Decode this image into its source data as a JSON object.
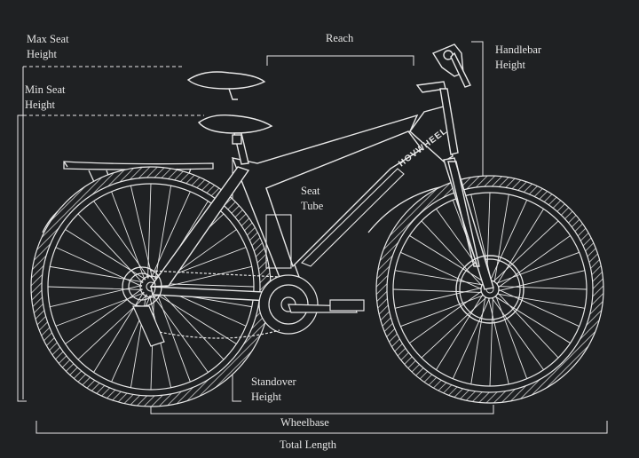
{
  "labels": {
    "max_seat": "Max Seat\nHeight",
    "min_seat": "Min Seat\nHeight",
    "reach": "Reach",
    "handlebar": "Handlebar\nHeight",
    "seat_tube": "Seat\nTube",
    "standover": "Standover\nHeight",
    "wheelbase": "Wheelbase",
    "total_length": "Total Length"
  },
  "brand_text": "HOVWHEEL",
  "colors": {
    "background": "#1f2123",
    "line": "#e8e8e8"
  }
}
